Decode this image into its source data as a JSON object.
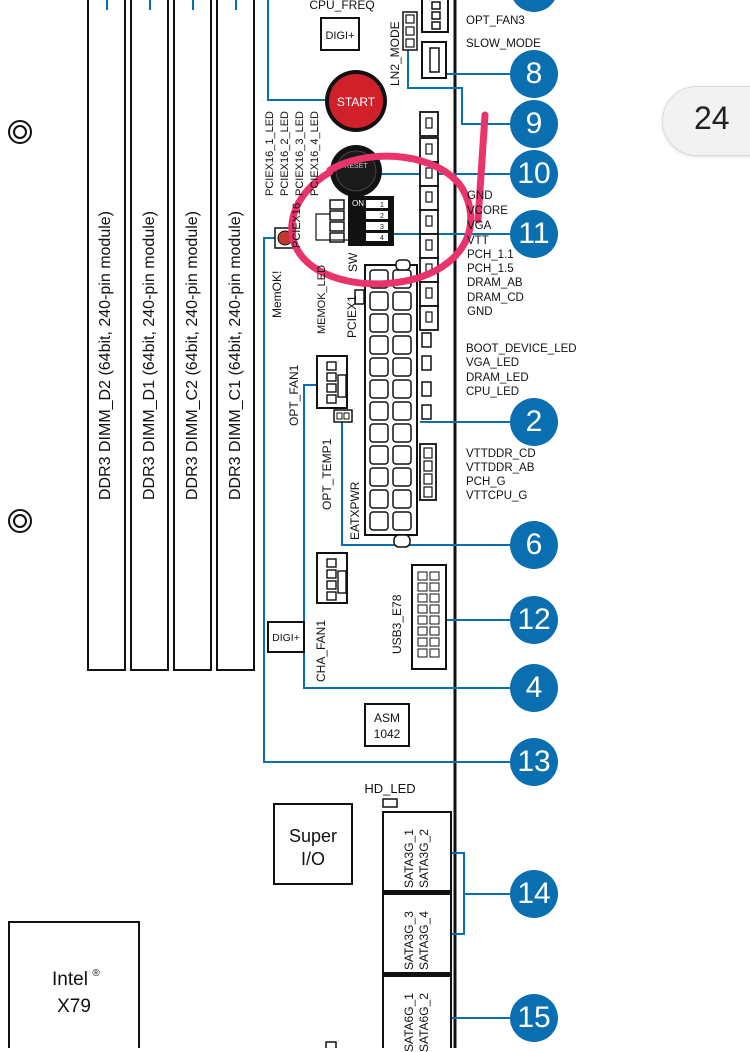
{
  "page_number": "24",
  "dimm_slots": [
    {
      "label": "DDR3 DIMM_D2 (64bit, 240-pin module)"
    },
    {
      "label": "DDR3 DIMM_D1 (64bit, 240-pin module)"
    },
    {
      "label": "DDR3 DIMM_C2 (64bit, 240-pin module)"
    },
    {
      "label": "DDR3 DIMM_C1 (64bit, 240-pin module)"
    }
  ],
  "buttons": {
    "start": "START",
    "reset": "RESET"
  },
  "digi_chips": [
    "DIGI+",
    "DIGI+"
  ],
  "cpu_freq": "CPU_FREQ",
  "vertical_labels": {
    "ln2_mode": "LN2_MODE",
    "pciex16_leds": [
      "PCIEX16_1_LED",
      "PCIEX16_2_LED",
      "PCIEX16_3_LED",
      "PCIEX16_4_LED"
    ],
    "pciex16_sw_a": "PCIEX16",
    "pciex16_sw_b": "SW",
    "memok": "MemOK!",
    "memok_led": "MEMOK_LED",
    "pciex1": "PCIEX1",
    "opt_fan1": "OPT_FAN1",
    "opt_temp1": "OPT_TEMP1",
    "eatxpwr": "EATXPWR",
    "usb3": "USB3_E78",
    "cha_fan1": "CHA_FAN1"
  },
  "dip_switch": {
    "on": "ON",
    "positions": [
      "1",
      "2",
      "3",
      "4"
    ]
  },
  "right_labels": {
    "opt_fan3": "OPT_FAN3",
    "slow_mode": "SLOW_MODE",
    "voltage_points": [
      "GND",
      "VCORE",
      "VGA",
      "VTT",
      "PCH_1.1",
      "PCH_1.5",
      "DRAM_AB",
      "DRAM_CD",
      "GND"
    ],
    "leds": [
      "BOOT_DEVICE_LED",
      "VGA_LED",
      "DRAM_LED",
      "CPU_LED"
    ],
    "vtt_points": [
      "VTTDDR_CD",
      "VTTDDR_AB",
      "PCH_G",
      "VTTCPU_G"
    ]
  },
  "chips": {
    "asm": [
      "ASM",
      "1042"
    ],
    "super_io": [
      "Super",
      "I/O"
    ],
    "intel": [
      "Intel",
      "®",
      "X79"
    ]
  },
  "hd_led": "HD_LED",
  "sata": [
    {
      "a": "SATA3G_1",
      "b": "SATA3G_2"
    },
    {
      "a": "SATA3G_3",
      "b": "SATA3G_4"
    },
    {
      "a": "SATA6G_1",
      "b": "SATA6G_2"
    }
  ],
  "callouts": [
    "8",
    "9",
    "10",
    "11",
    "2",
    "6",
    "12",
    "4",
    "13",
    "14",
    "15"
  ],
  "colors": {
    "callout": "#0a6fb0",
    "start_button": "#d0202a",
    "annotation": "#e8336b"
  }
}
